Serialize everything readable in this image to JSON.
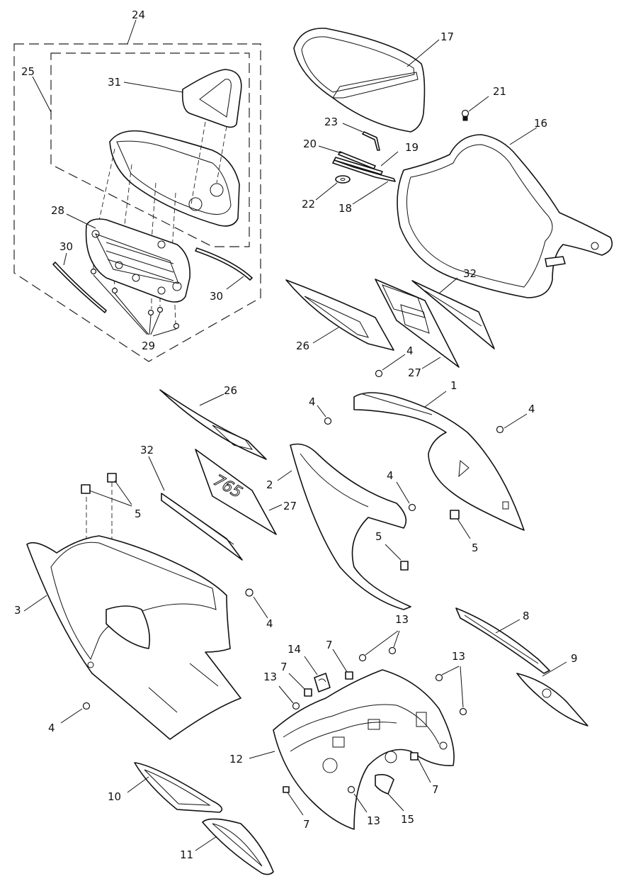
{
  "callouts": {
    "c1": "1",
    "c2": "2",
    "c3": "3",
    "c4a": "4",
    "c4b": "4",
    "c4c": "4",
    "c4d": "4",
    "c4e": "4",
    "c4f": "4",
    "c5a": "5",
    "c5b": "5",
    "c5c": "5",
    "c7a": "7",
    "c7b": "7",
    "c7c": "7",
    "c7d": "7",
    "c8": "8",
    "c9": "9",
    "c10": "10",
    "c11": "11",
    "c12": "12",
    "c13a": "13",
    "c13b": "13",
    "c13c": "13",
    "c13d": "13",
    "c14": "14",
    "c15": "15",
    "c16": "16",
    "c17": "17",
    "c18": "18",
    "c19": "19",
    "c20": "20",
    "c21": "21",
    "c22": "22",
    "c23": "23",
    "c24": "24",
    "c25": "25",
    "c26a": "26",
    "c26b": "26",
    "c27a": "27",
    "c27b": "27",
    "c28": "28",
    "c29": "29",
    "c30a": "30",
    "c30b": "30",
    "c31": "31",
    "c32a": "32",
    "c32b": "32"
  },
  "decal_text": "765",
  "colors": {
    "line": "#111111",
    "background": "#ffffff"
  }
}
